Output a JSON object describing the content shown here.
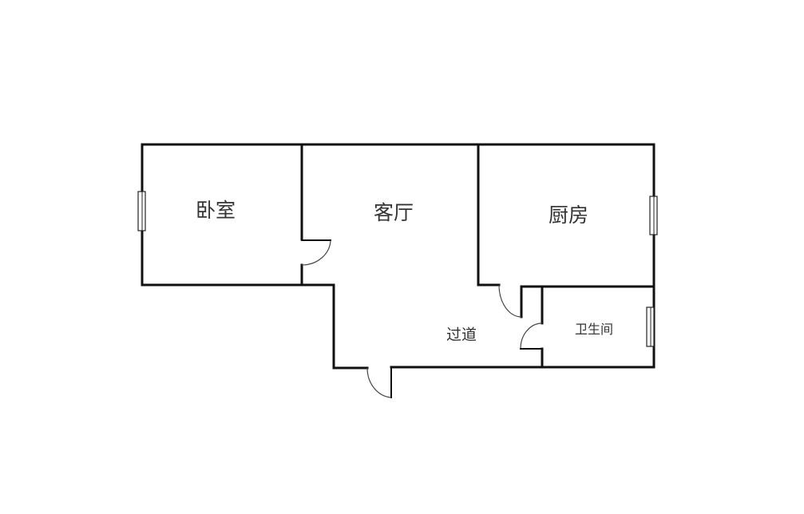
{
  "rooms": {
    "bedroom": "卧室",
    "living_room": "客厅",
    "kitchen": "厨房",
    "hallway": "过道",
    "bathroom": "卫生间"
  }
}
